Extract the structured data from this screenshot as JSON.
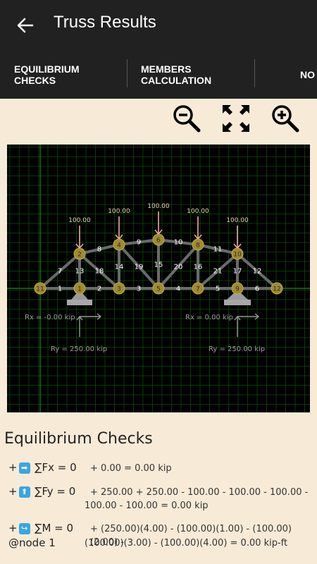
{
  "app_bar": {
    "title": "Truss Results",
    "back_icon": "arrow-left-icon"
  },
  "tabs": [
    {
      "line1": "EQUILIBRIUM",
      "line2": "CHECKS"
    },
    {
      "line1": "MEMBERS",
      "line2": "CALCULATION"
    },
    {
      "line1": "NO"
    }
  ],
  "toolbar": {
    "zoom_out_icon": "zoom-out-icon",
    "fit_icon": "fullscreen-icon",
    "zoom_in_icon": "zoom-in-icon"
  },
  "diagram": {
    "nodes": [
      "1",
      "2",
      "3",
      "4",
      "5",
      "6",
      "7",
      "8",
      "9",
      "10",
      "11",
      "12"
    ],
    "members": [
      "1",
      "2",
      "3",
      "4",
      "5",
      "6",
      "7",
      "8",
      "9",
      "10",
      "11",
      "12",
      "13",
      "14",
      "15",
      "16",
      "17",
      "18",
      "19",
      "20",
      "21"
    ],
    "loads": [
      "100.00",
      "100.00",
      "100.00",
      "100.00",
      "100.00"
    ],
    "reactions": {
      "left_rx": "Rx = -0.00 kip",
      "left_ry": "Ry = 250.00 kip",
      "right_rx": "Rx = 0.00 kip",
      "right_ry": "Ry = 250.00 kip"
    }
  },
  "equilibrium": {
    "title": "Equilibrium Checks",
    "fx": {
      "prefix": "+",
      "label": "∑Fx = 0",
      "value": "+ 0.00 = 0.00 kip"
    },
    "fy": {
      "prefix": "+",
      "label": "∑Fy = 0",
      "value_line1": "+ 250.00 + 250.00 - 100.00 - 100.00 - 100.00 -",
      "value_line2": "100.00 - 100.00 = 0.00 kip"
    },
    "m": {
      "prefix": "+",
      "label": "∑M  =  0",
      "label2": "@node 1",
      "value_line1": "+ (250.00)(4.00) - (100.00)(1.00) - (100.00)(2.00) -",
      "value_line2": "(100.00)(3.00) - (100.00)(4.00) = 0.00 kip-ft"
    }
  }
}
